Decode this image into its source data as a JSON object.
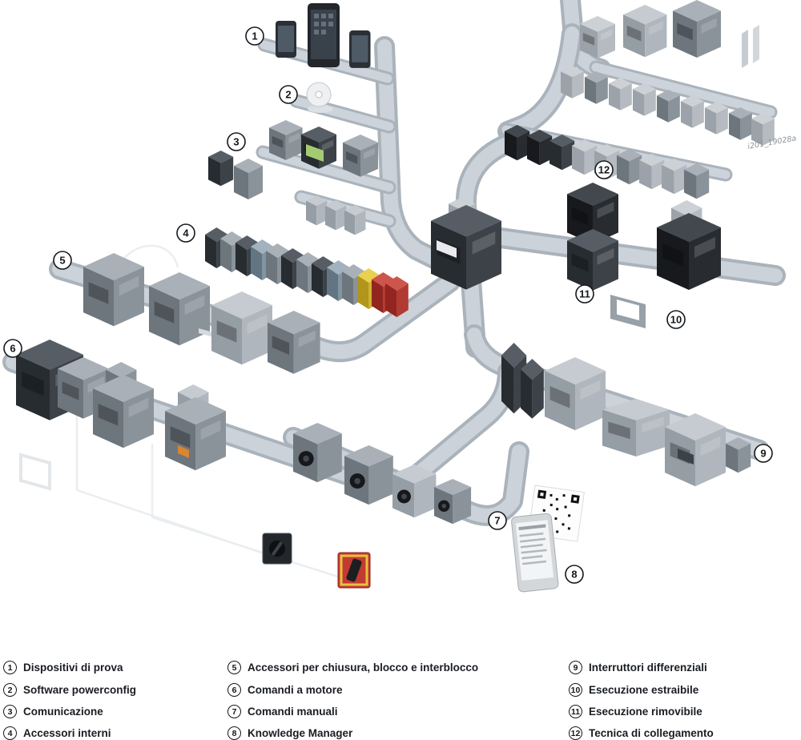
{
  "diagram": {
    "watermark": "i201_19028a",
    "callouts": [
      "1",
      "2",
      "3",
      "4",
      "5",
      "6",
      "7",
      "8",
      "9",
      "10",
      "11",
      "12"
    ]
  },
  "legend": {
    "items": [
      {
        "n": "1",
        "label": "Dispositivi di prova"
      },
      {
        "n": "2",
        "label": "Software powerconfig"
      },
      {
        "n": "3",
        "label": "Comunicazione"
      },
      {
        "n": "4",
        "label": "Accessori interni"
      },
      {
        "n": "5",
        "label": "Accessori per chiusura, blocco e interblocco"
      },
      {
        "n": "6",
        "label": "Comandi a motore"
      },
      {
        "n": "7",
        "label": "Comandi manuali"
      },
      {
        "n": "8",
        "label": "Knowledge Manager"
      },
      {
        "n": "9",
        "label": "Interruttori differenziali"
      },
      {
        "n": "10",
        "label": "Esecuzione estraibile"
      },
      {
        "n": "11",
        "label": "Esecuzione rimovibile"
      },
      {
        "n": "12",
        "label": "Tecnica di collegamento"
      }
    ]
  }
}
